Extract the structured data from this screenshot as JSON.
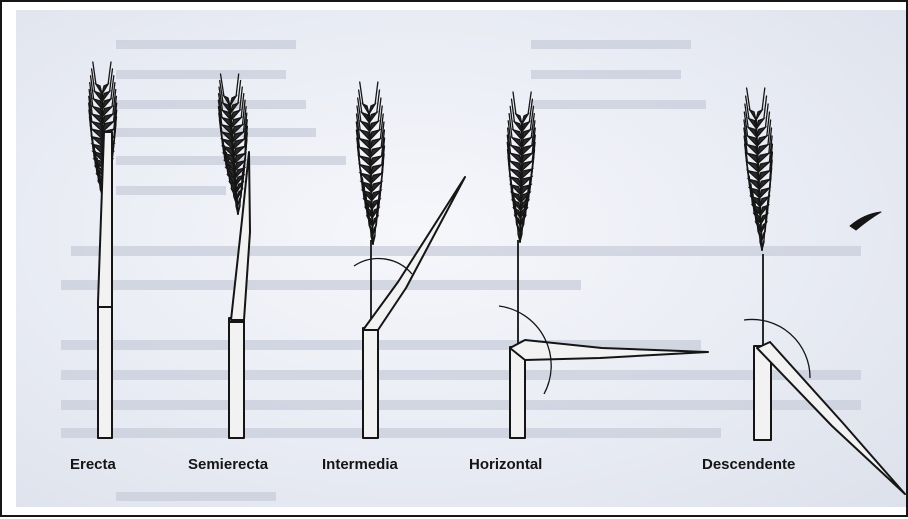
{
  "labels": {
    "erecta": "Erecta",
    "semierecta": "Semierecta",
    "intermedia": "Intermedia",
    "horizontal": "Horizontal",
    "descendente": "Descendente"
  },
  "colors": {
    "ink": "#151515",
    "paper": "#eef0f6",
    "bleed": "#c9cedb"
  }
}
